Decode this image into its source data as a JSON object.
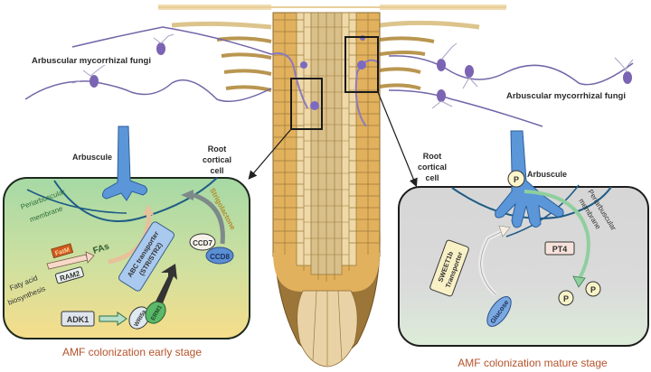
{
  "diagram": {
    "title_left_fungi": "Arbuscular mycorrhizal fungi",
    "title_right_fungi": "Arbuscular mycorrhizal fungi",
    "early_panel": {
      "arbuscule_label": "Arbuscule",
      "root_cell_label": [
        "Root",
        "cortical",
        "cell"
      ],
      "membrane_label": [
        "Periarbuscular",
        "membrane"
      ],
      "strigolactone_label": "Strigolactone",
      "ccd7": "CCD7",
      "ccd8": "CCD8",
      "abc_transporter": [
        "ABC transporter",
        "(STR/STR2)"
      ],
      "fas": "FAs",
      "fata": "FatM",
      "ram2": "RAM2",
      "fatty_acid": [
        "Faty acid",
        "biosynthesis"
      ],
      "adk1": "ADK1",
      "wri5a": "WRI5a",
      "erm1": "ERM1",
      "caption": "AMF colonization early stage"
    },
    "mature_panel": {
      "root_cell_label": [
        "Root",
        "cortical",
        "cell"
      ],
      "arbuscule_label": "Arbuscule",
      "membrane_label": [
        "Periarbuscular",
        "membrane"
      ],
      "sweet_label": [
        "SWEET1b",
        "Transporter"
      ],
      "pt4": "PT4",
      "glucose": "Glucose",
      "phosphate": "P",
      "caption": "AMF colonization mature stage"
    },
    "colors": {
      "early_bg_top": "#a6d9a5",
      "early_bg_bottom": "#f6dd8a",
      "mature_bg_top": "#d9d9d9",
      "mature_bg_bottom": "#dcecd8",
      "arbuscule": "#5b97d8",
      "membrane": "#1f5c86",
      "fungi": "#7466a8",
      "root_cortex": "#e3b25c",
      "root_tip_dark": "#a47c3f",
      "stage_caption": "#b5532b"
    }
  }
}
